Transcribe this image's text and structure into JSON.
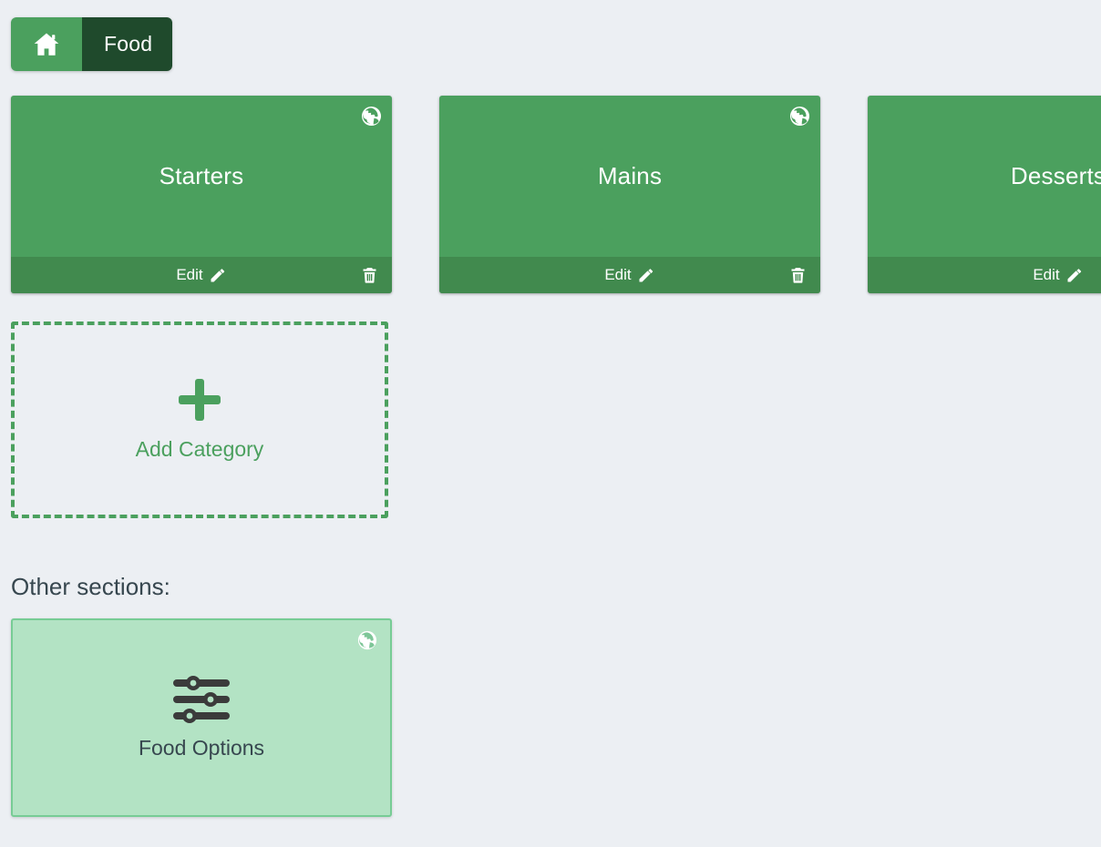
{
  "theme": {
    "page_background": "#eceff3",
    "card_green": "#4ba05e",
    "card_footer_green": "#418a4e",
    "breadcrumb_dark_green": "#1f4a2c",
    "option_card_fill": "#b3e3c4",
    "option_card_border": "#77cc95",
    "heading_text": "#37474f",
    "card_title_text": "#ffffff"
  },
  "breadcrumb": {
    "home_icon": "home-icon",
    "current_label": "Food"
  },
  "categories": {
    "globe_icon": "globe-icon",
    "edit_label": "Edit",
    "edit_icon": "pencil-icon",
    "delete_icon": "trash-icon",
    "items": [
      {
        "title": "Starters"
      },
      {
        "title": "Mains"
      },
      {
        "title": "Desserts"
      }
    ]
  },
  "add_category": {
    "icon": "plus-icon",
    "label": "Add Category"
  },
  "other_sections": {
    "heading": "Other sections:",
    "items": [
      {
        "label": "Food Options",
        "icon": "sliders-icon",
        "globe_icon": "globe-icon"
      }
    ]
  }
}
